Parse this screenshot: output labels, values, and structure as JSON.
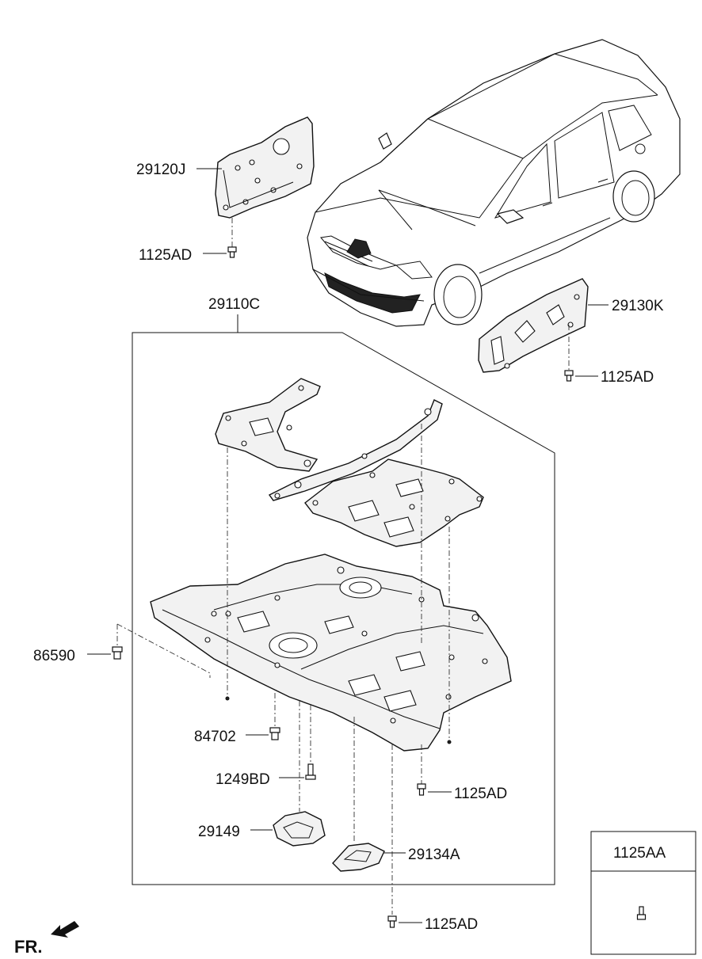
{
  "labels": {
    "p29120J": "29120J",
    "p1125AD_top": "1125AD",
    "p29110C": "29110C",
    "p29130K": "29130K",
    "p1125AD_right": "1125AD",
    "p86590": "86590",
    "p84702": "84702",
    "p1249BD": "1249BD",
    "p1125AD_mid": "1125AD",
    "p29149": "29149",
    "p29134A": "29134A",
    "p1125AD_bottom": "1125AD",
    "p1125AA": "1125AA"
  },
  "direction": "FR."
}
